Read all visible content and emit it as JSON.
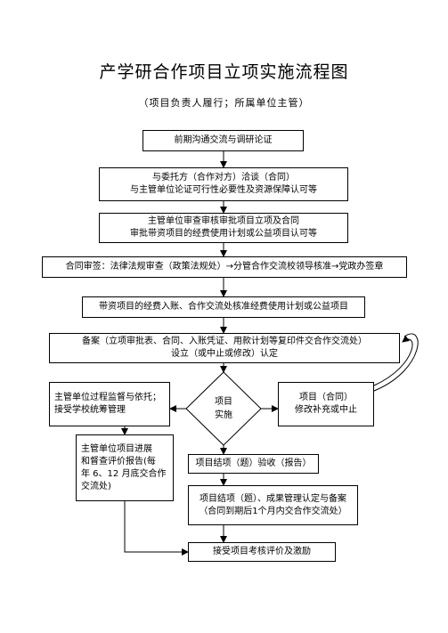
{
  "title": "产学研合作项目立项实施流程图",
  "subtitle": "（项目负责人履行；所属单位主管）",
  "steps": {
    "s1": "前期沟通交流与调研论证",
    "s2_line1": "与委托方（合作对方）洽谈（合同）",
    "s2_line2": "与主管单位论证可行性必要性及资源保障认可等",
    "s3_line1": "主管单位审查审核审批项目立项及合同",
    "s3_line2": "审批带资项目的经费使用计划或公益项目认可等",
    "s4": "合同审签：法律法规审查（政策法规处）→分管合作交流校领导核准→党政办签章",
    "s5": "带资项目的经费入账、合作交流处核准经费使用计划或公益项目",
    "s6_line1": "备案（立项审批表、合同、入账凭证、用款计划等复印件交合作交流处）",
    "s6_line2": "设立（或中止或修改）认定",
    "left_line1": "主管单位过程监督与依托；",
    "left_line2": "接受学校统筹管理",
    "diamond_line1": "项目",
    "diamond_line2": "实施",
    "right_line1": "项目（合同）",
    "right_line2": "修改补充或中止",
    "progress_lines": [
      "主管单位项目进展",
      "和督查评价报告(每",
      "年 6、12 月底交合作",
      "交流处)"
    ],
    "acceptance": "项目结项（题）验收（报告）",
    "result_line1": "项目结项（题）、成果管理认定与备案",
    "result_line2": "（合同到期后1个月内交合作交流处）",
    "final": "接受项目考核评价及激励"
  }
}
